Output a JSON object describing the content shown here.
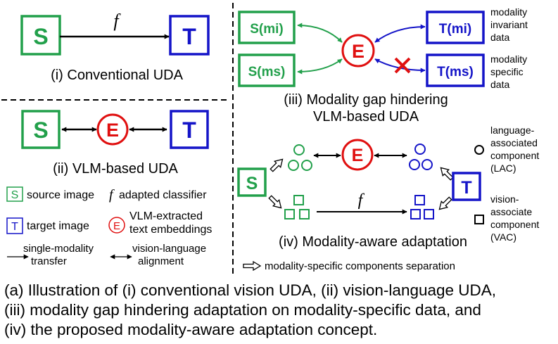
{
  "colors": {
    "green": "#22a04b",
    "blue": "#1414c8",
    "red": "#e01010"
  },
  "panels": {
    "p1": {
      "source": "S",
      "target": "T",
      "func": "f",
      "label": "(i) Conventional UDA"
    },
    "p2": {
      "source": "S",
      "embed": "E",
      "target": "T",
      "label": "(ii) VLM-based UDA"
    },
    "p3": {
      "src_invariant": "S(mi)",
      "src_specific": "S(ms)",
      "embed": "E",
      "tgt_invariant": "T(mi)",
      "tgt_specific": "T(ms)",
      "inv_note": [
        "modality",
        "invariant",
        "data"
      ],
      "spec_note": [
        "modality",
        "specific",
        "data"
      ],
      "label": [
        "(iii) Modality gap hindering",
        "VLM-based UDA"
      ]
    },
    "p4": {
      "source": "S",
      "target": "T",
      "embed": "E",
      "func": "f",
      "lac_note": [
        "language-",
        "associated",
        "component",
        "(LAC)"
      ],
      "vac_note": [
        "vision-",
        "associate",
        "component",
        "(VAC)"
      ],
      "label": "(iv) Modality-aware adaptation"
    }
  },
  "legend": {
    "source_icon": "S",
    "source_text": "source image",
    "target_icon": "T",
    "target_text": "target image",
    "classifier_func": "f",
    "classifier_text": "adapted classifier",
    "embed_icon": "E",
    "embed_text": [
      "VLM-extracted",
      "text embeddings"
    ],
    "single_text": [
      "single-modality",
      "transfer"
    ],
    "vl_text": [
      "vision-language",
      "alignment"
    ],
    "sep_text": "modality-specific components separation"
  },
  "caption": [
    "(a) Illustration of (i) conventional vision UDA, (ii) vision-language UDA,",
    "(iii) modality gap hindering adaptation on modality-specific data, and",
    "(iv) the proposed modality-aware adaptation concept."
  ]
}
